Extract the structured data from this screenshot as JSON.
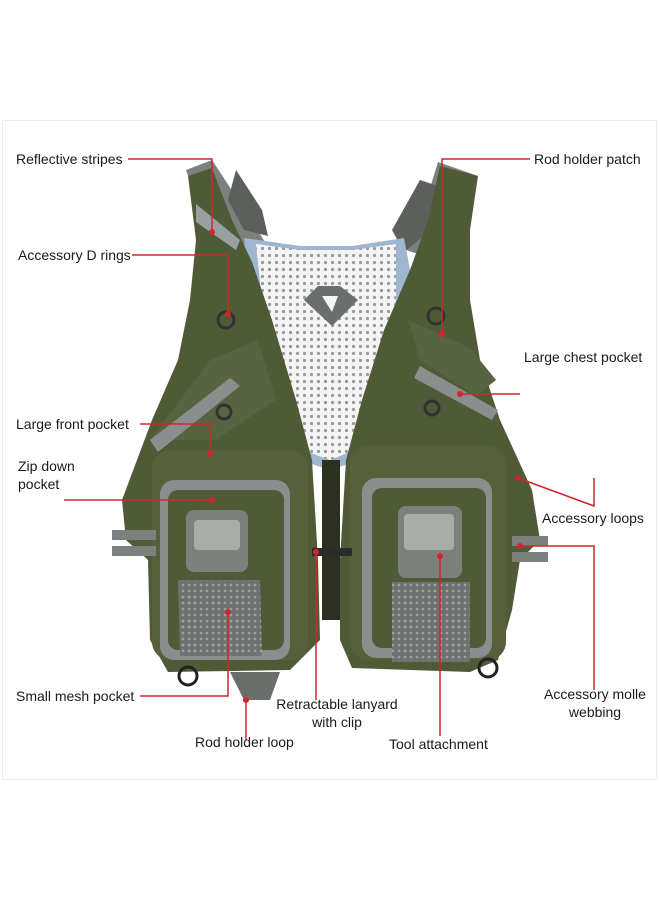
{
  "labels": {
    "reflective_stripes": "Reflective stripes",
    "accessory_d_rings": "Accessory D rings",
    "large_front_pocket": "Large front pocket",
    "zip_down_pocket_line1": "Zip down",
    "zip_down_pocket_line2": "pocket",
    "small_mesh_pocket": "Small mesh pocket",
    "rod_holder_loop": "Rod holder loop",
    "retractable_lanyard_line1": "Retractable lanyard",
    "retractable_lanyard_line2": "with clip",
    "tool_attachment": "Tool attachment",
    "rod_holder_patch": "Rod holder patch",
    "large_chest_pocket": "Large chest pocket",
    "accessory_loops": "Accessory loops",
    "accessory_molle_webbing_line1": "Accessory molle",
    "accessory_molle_webbing_line2": "webbing"
  },
  "colors": {
    "callout_line": "#d0262b",
    "vest_green": "#4f5a37",
    "vest_dark": "#3d4629",
    "trim_gray": "#8a8e8c",
    "mesh_white": "#f2f2f2",
    "lining_blue": "#9fb6cf"
  }
}
